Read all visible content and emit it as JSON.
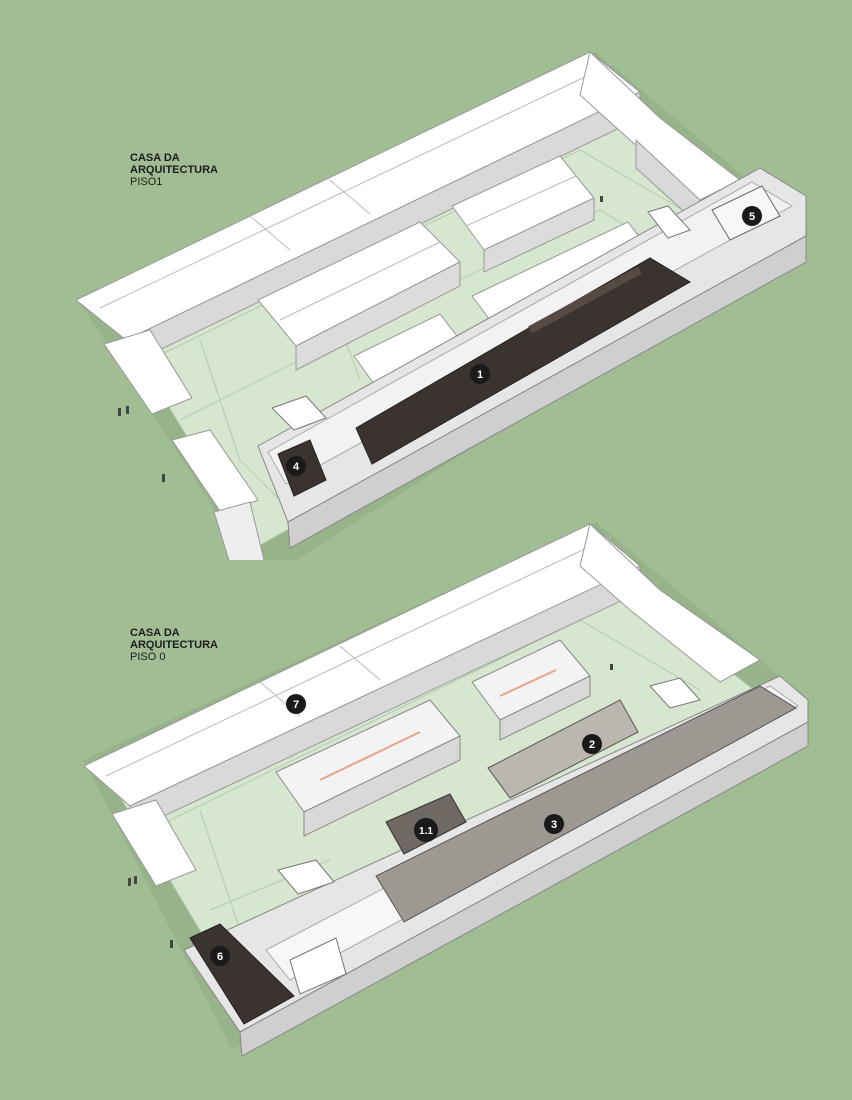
{
  "floor1": {
    "title_line1": "CASA DA",
    "title_line2": "ARQUITECTURA",
    "subtitle": "PISO1",
    "markers": [
      "1",
      "4",
      "5"
    ]
  },
  "floor0": {
    "title_line1": "CASA DA",
    "title_line2": "ARQUITECTURA",
    "subtitle": "PISO 0",
    "markers": [
      "2",
      "3",
      "1.1",
      "6",
      "7"
    ]
  },
  "colors": {
    "background": "#a0bd94",
    "courtyard": "#d6e6cf",
    "roof": "#ffffff",
    "wall": "#e6e6e6",
    "dark_room": "#3b3330",
    "grey_room": "#9e9892",
    "marker": "#1a1a1a"
  }
}
